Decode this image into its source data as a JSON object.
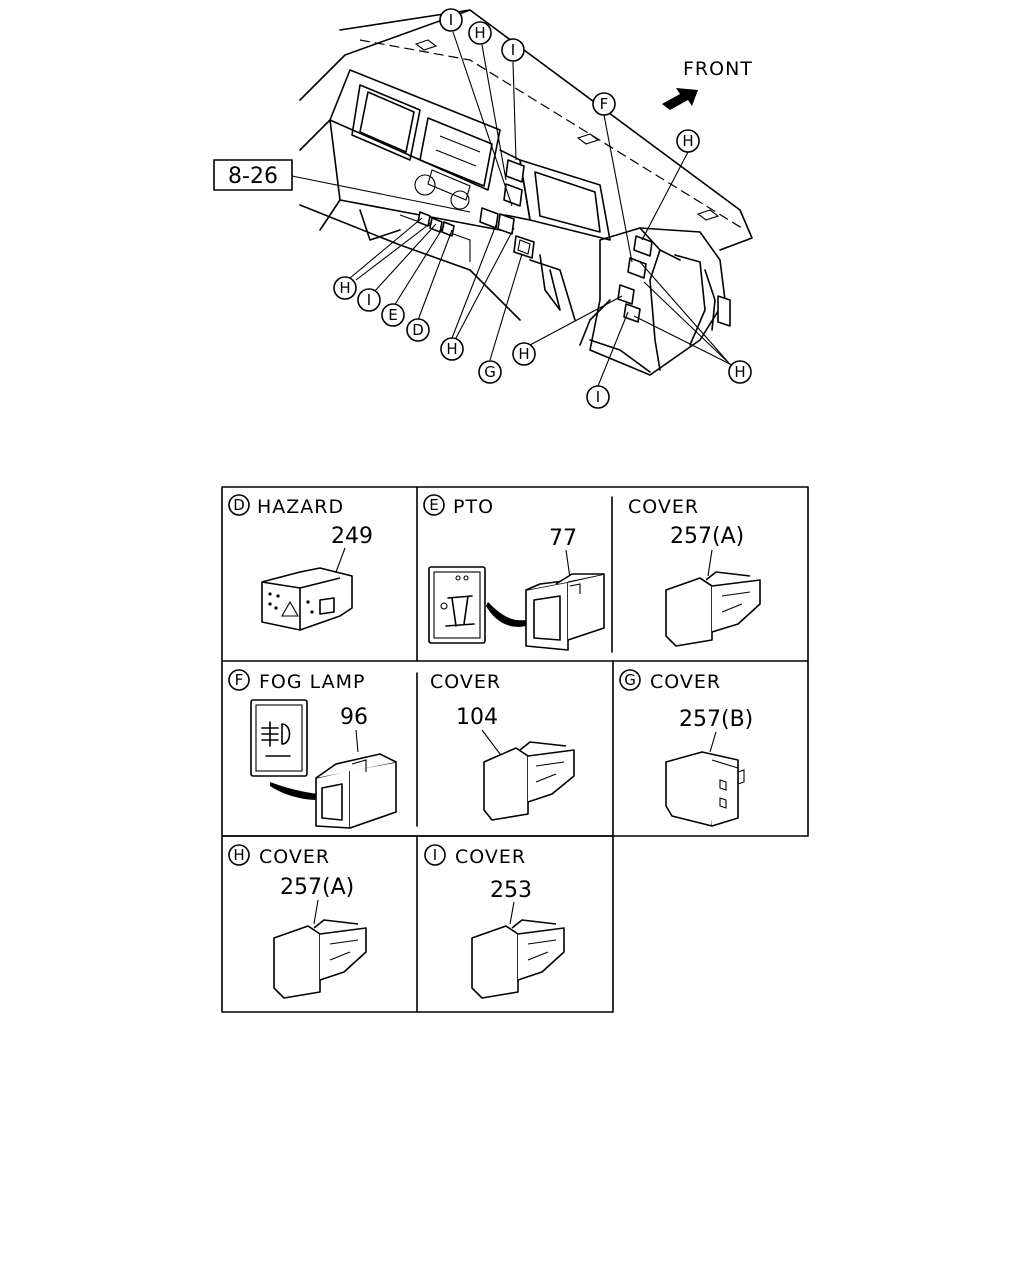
{
  "overview": {
    "front_label": "FRONT",
    "ref_box": "8-26",
    "callouts": [
      "I",
      "H",
      "I",
      "F",
      "H",
      "H",
      "I",
      "E",
      "D",
      "H",
      "G",
      "H",
      "H",
      "I"
    ]
  },
  "panels": {
    "D": {
      "letter": "D",
      "title": "HAZARD",
      "part_no": "249"
    },
    "E": {
      "letter": "E",
      "title": "PTO",
      "part_no": "77"
    },
    "cover1": {
      "title": "COVER",
      "part_no": "257(A)"
    },
    "F": {
      "letter": "F",
      "title": "FOG LAMP",
      "part_no": "96"
    },
    "cover2": {
      "title": "COVER",
      "part_no": "104"
    },
    "G": {
      "letter": "G",
      "title": "COVER",
      "part_no": "257(B)"
    },
    "H": {
      "letter": "H",
      "title": "COVER",
      "part_no": "257(A)"
    },
    "I": {
      "letter": "I",
      "title": "COVER",
      "part_no": "253"
    }
  }
}
